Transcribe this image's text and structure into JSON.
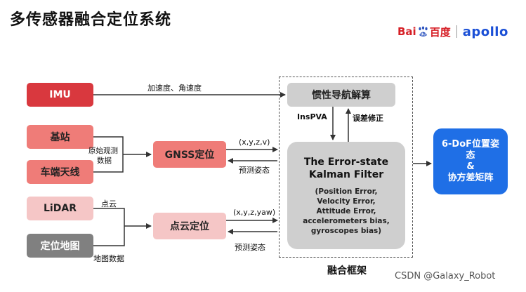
{
  "title": "多传感器融合定位系统",
  "logos": {
    "baidu_left": "Bai",
    "baidu_mid": "du",
    "baidu_right": "百度",
    "apollo": "apollo"
  },
  "inputs": {
    "imu": "IMU",
    "base_station": "基站",
    "antenna": "车端天线",
    "lidar": "LiDAR",
    "loc_map": "定位地图"
  },
  "modules": {
    "gnss": "GNSS定位",
    "pointcloud": "点云定位",
    "ins": "惯性导航解算",
    "kalman_title_1": "The Error-state",
    "kalman_title_2": "Kalman Filter",
    "kalman_sub": [
      "(Position Error,",
      "Velocity Error,",
      "Attitude Error,",
      "accelerometers bias,",
      "gyroscopes bias)"
    ]
  },
  "output": {
    "line1": "6-DoF位置姿",
    "line2": "态",
    "line3": "&",
    "line4": "协方差矩阵"
  },
  "labels": {
    "accel": "加速度、角速度",
    "raw_obs_1": "原始观测",
    "raw_obs_2": "数据",
    "xyzv": "(x,y,z,v)",
    "pred_pose_1": "预测姿态",
    "inspva": "InsPVA",
    "err_correct": "误差修正",
    "point_cloud": "点云",
    "xyzyaw": "(x,y,z,yaw)",
    "pred_pose_2": "预测姿态",
    "map_data": "地图数据"
  },
  "fusion_label": "融合框架",
  "watermark": "CSDN @Galaxy_Robot",
  "colors": {
    "red": "#d9383e",
    "pink": "#ef7c78",
    "light_pink": "#f5c6c6",
    "gray": "#808080",
    "light_gray": "#cfcfcf",
    "blue": "#1f6fe6"
  }
}
